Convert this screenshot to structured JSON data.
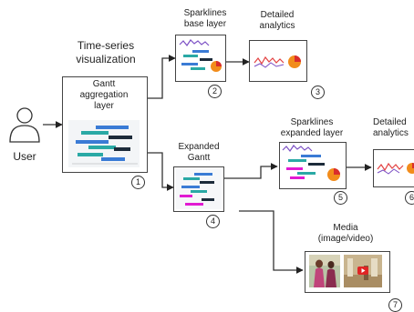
{
  "user": {
    "label": "User"
  },
  "title": {
    "line1": "Time-series",
    "line2": "visualization"
  },
  "nodes": {
    "gantt_aggregation": {
      "line1": "Gantt",
      "line2": "aggregation",
      "line3": "layer",
      "number": "1"
    },
    "sparklines_base": {
      "line1": "Sparklines",
      "line2": "base layer",
      "number": "2"
    },
    "detailed_analytics_top": {
      "line1": "Detailed",
      "line2": "analytics",
      "number": "3"
    },
    "expanded_gantt": {
      "line1": "Expanded",
      "line2": "Gantt",
      "number": "4"
    },
    "sparklines_expanded": {
      "line1": "Sparklines",
      "line2": "expanded layer",
      "number": "5"
    },
    "detailed_analytics_right": {
      "line1": "Detailed",
      "line2": "analytics",
      "number": "6"
    },
    "media": {
      "line1": "Media",
      "line2": "(image/video)",
      "number": "7"
    }
  },
  "colors": {
    "line": "#333333",
    "gantt_blue": "#3a7bd5",
    "gantt_teal": "#2aa9a5",
    "gantt_dark": "#1d2b3a",
    "gantt_magenta": "#e11ad2",
    "spark_purple": "#7b4fc4",
    "spark_red": "#e34141",
    "pie_orange": "#f28c1b",
    "pie_red": "#d92c2c"
  }
}
